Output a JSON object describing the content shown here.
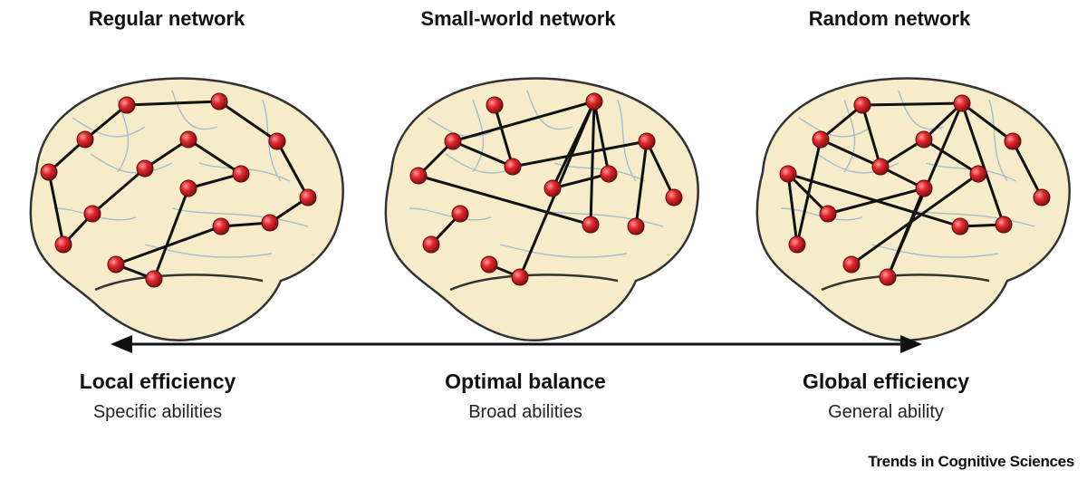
{
  "panels": [
    {
      "id": "regular",
      "title": "Regular network"
    },
    {
      "id": "small-world",
      "title": "Small-world network"
    },
    {
      "id": "random",
      "title": "Random network"
    }
  ],
  "spectrum": [
    {
      "main": "Local efficiency",
      "sub": "Specific abilities"
    },
    {
      "main": "Optimal balance",
      "sub": "Broad abilities"
    },
    {
      "main": "Global efficiency",
      "sub": "General ability"
    }
  ],
  "credit": "Trends in Cognitive Sciences",
  "colors": {
    "brain_fill": "#f6ecc9",
    "brain_outline": "#333333",
    "sulci": "#9fb4c4",
    "node": "#d7262b",
    "edge": "#111111",
    "arrow": "#111111"
  }
}
